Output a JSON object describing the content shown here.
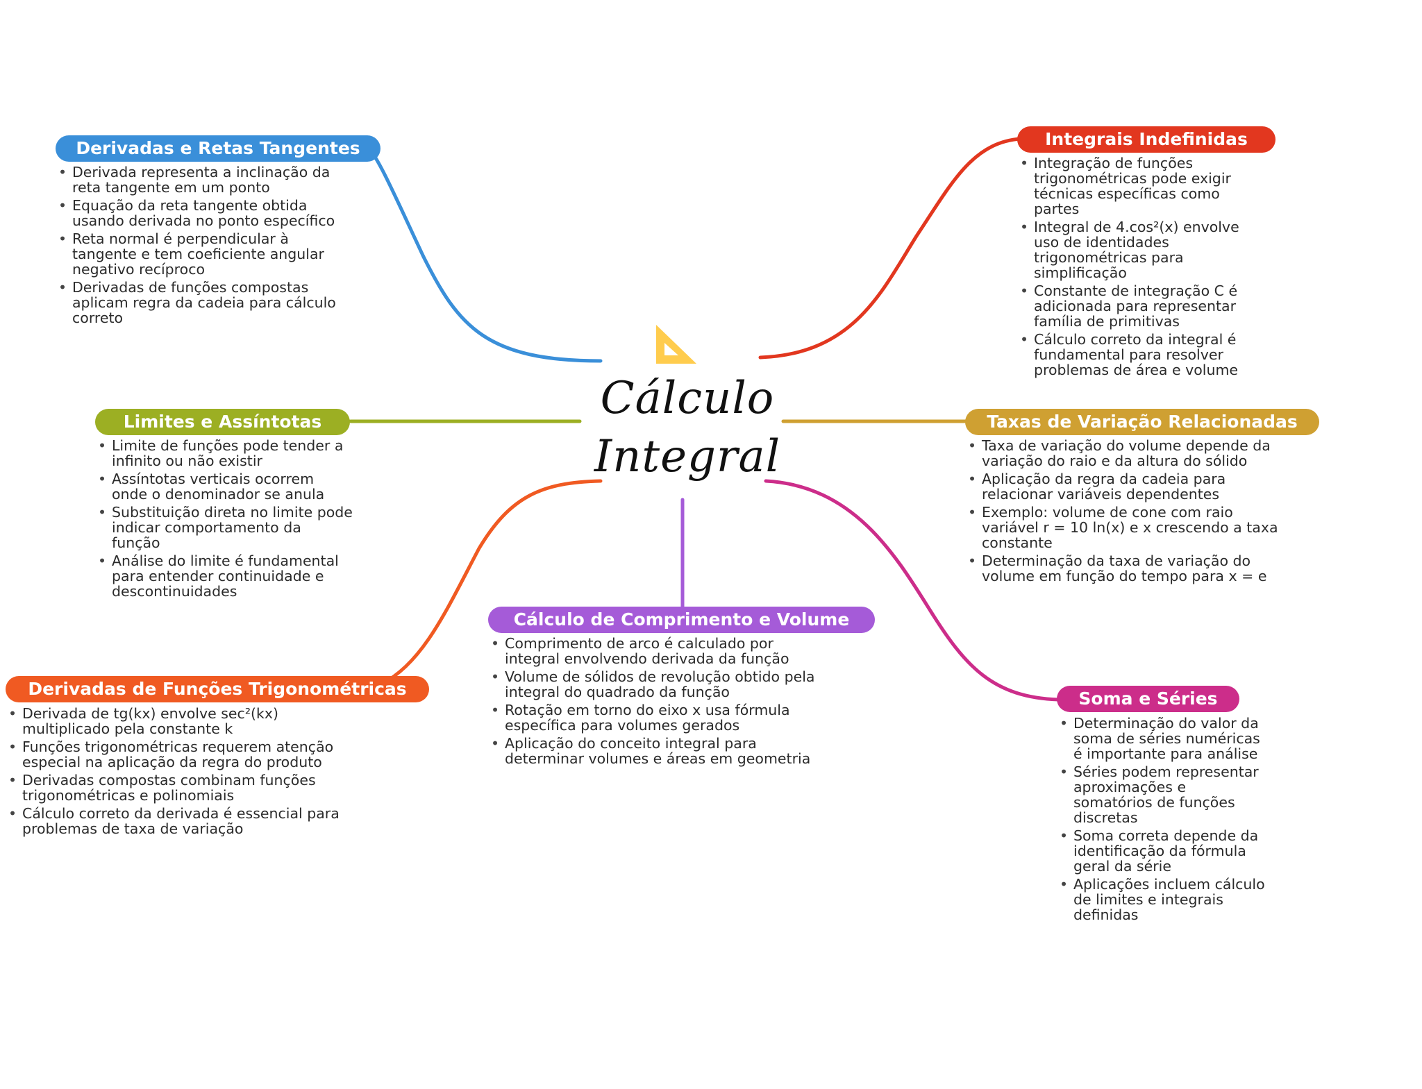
{
  "center": {
    "title": "Cálculo\nIntegral",
    "icon": "set-square-icon",
    "icon_color": "#ffcc4d"
  },
  "branches": [
    {
      "id": "derivadas-retas",
      "title": "Derivadas e Retas Tangentes",
      "color": "#3a8fd9",
      "items": [
        "Derivada representa a inclinação da reta tangente em um ponto",
        "Equação da reta tangente obtida usando derivada no ponto específico",
        "Reta normal é perpendicular à tangente e tem coeficiente angular negativo recíproco",
        "Derivadas de funções compostas aplicam regra da cadeia para cálculo correto"
      ]
    },
    {
      "id": "limites",
      "title": "Limites e Assíntotas",
      "color": "#9caf23",
      "items": [
        "Limite de funções pode tender a infinito ou não existir",
        "Assíntotas verticais ocorrem onde o denominador se anula",
        "Substituição direta no limite pode indicar comportamento da função",
        "Análise do limite é fundamental para entender continuidade e descontinuidades"
      ]
    },
    {
      "id": "derivadas-trig",
      "title": "Derivadas de Funções Trigonométricas",
      "color": "#f05a22",
      "items": [
        "Derivada de tg(kx) envolve sec²(kx) multiplicado pela constante k",
        "Funções trigonométricas requerem atenção especial na aplicação da regra do produto",
        "Derivadas compostas combinam funções trigonométricas e polinomiais",
        "Cálculo correto da derivada é essencial para problemas de taxa de variação"
      ]
    },
    {
      "id": "comprimento-volume",
      "title": "Cálculo de Comprimento e Volume",
      "color": "#a55bd8",
      "items": [
        "Comprimento de arco é calculado por integral envolvendo derivada da função",
        "Volume de sólidos de revolução obtido pela integral do quadrado da função",
        "Rotação em torno do eixo x usa fórmula específica para volumes gerados",
        "Aplicação do conceito integral para determinar volumes e áreas em geometria"
      ]
    },
    {
      "id": "integrais-indefinidas",
      "title": "Integrais Indefinidas",
      "color": "#e2371f",
      "items": [
        "Integração de funções trigonométricas pode exigir técnicas específicas como partes",
        "Integral de 4.cos²(x) envolve uso de identidades trigonométricas para simplificação",
        "Constante de integração C é adicionada para representar família de primitivas",
        "Cálculo correto da integral é fundamental para resolver problemas de área e volume"
      ]
    },
    {
      "id": "taxas-variacao",
      "title": "Taxas de Variação Relacionadas",
      "color": "#cfa032",
      "items": [
        "Taxa de variação do volume depende da variação do raio e da altura do sólido",
        "Aplicação da regra da cadeia para relacionar variáveis dependentes",
        "Exemplo: volume de cone com raio variável r = 10 ln(x) e x crescendo a taxa constante",
        "Determinação da taxa de variação do volume em função do tempo para x = e"
      ]
    },
    {
      "id": "soma-series",
      "title": "Soma e Séries",
      "color": "#cc2d8a",
      "items": [
        "Determinação do valor da soma de séries numéricas é importante para análise",
        "Séries podem representar aproximações e somatórios de funções discretas",
        "Soma correta depende da identificação da fórmula geral da série",
        "Aplicações incluem cálculo de limites e integrais definidas"
      ]
    }
  ]
}
